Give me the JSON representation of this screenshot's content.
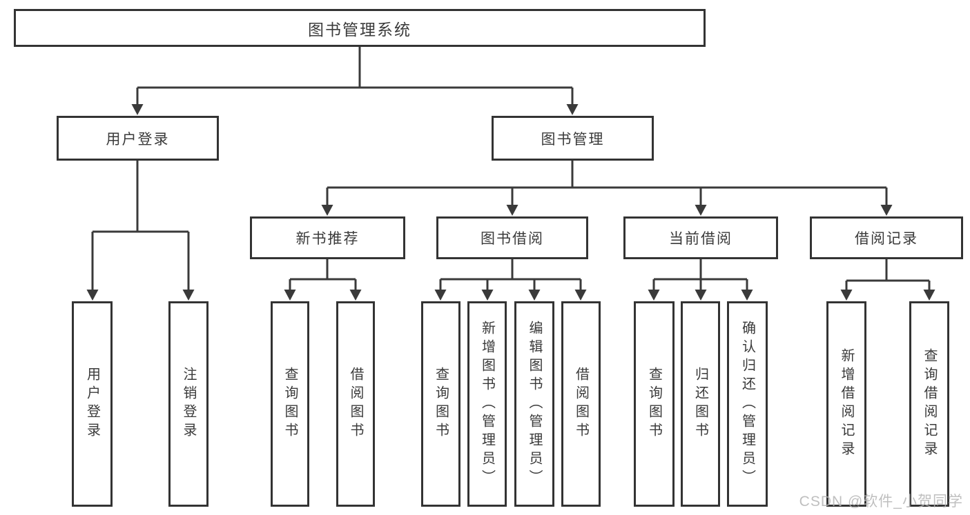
{
  "tree": {
    "label": "图书管理系统",
    "children": [
      {
        "label": "用户登录",
        "children": [
          {
            "label": "用户登录"
          },
          {
            "label": "注销登录"
          }
        ]
      },
      {
        "label": "图书管理",
        "children": [
          {
            "label": "新书推荐",
            "children": [
              {
                "label": "查询图书"
              },
              {
                "label": "借阅图书"
              }
            ]
          },
          {
            "label": "图书借阅",
            "children": [
              {
                "label": "查询图书"
              },
              {
                "label": "新增图书（管理员）"
              },
              {
                "label": "编辑图书（管理员）"
              },
              {
                "label": "借阅图书"
              }
            ]
          },
          {
            "label": "当前借阅",
            "children": [
              {
                "label": "查询图书"
              },
              {
                "label": "归还图书"
              },
              {
                "label": "确认归还（管理员）"
              }
            ]
          },
          {
            "label": "借阅记录",
            "children": [
              {
                "label": "新增借阅记录"
              },
              {
                "label": "查询借阅记录"
              }
            ]
          }
        ]
      }
    ]
  },
  "watermark": {
    "text": "CSDN @软件_小贺同学",
    "color": "#b4b4b4"
  },
  "colors": {
    "background": "#ffffff",
    "line": "#3a3a3a",
    "box_border": "#333333",
    "text": "#3a3a3a"
  }
}
